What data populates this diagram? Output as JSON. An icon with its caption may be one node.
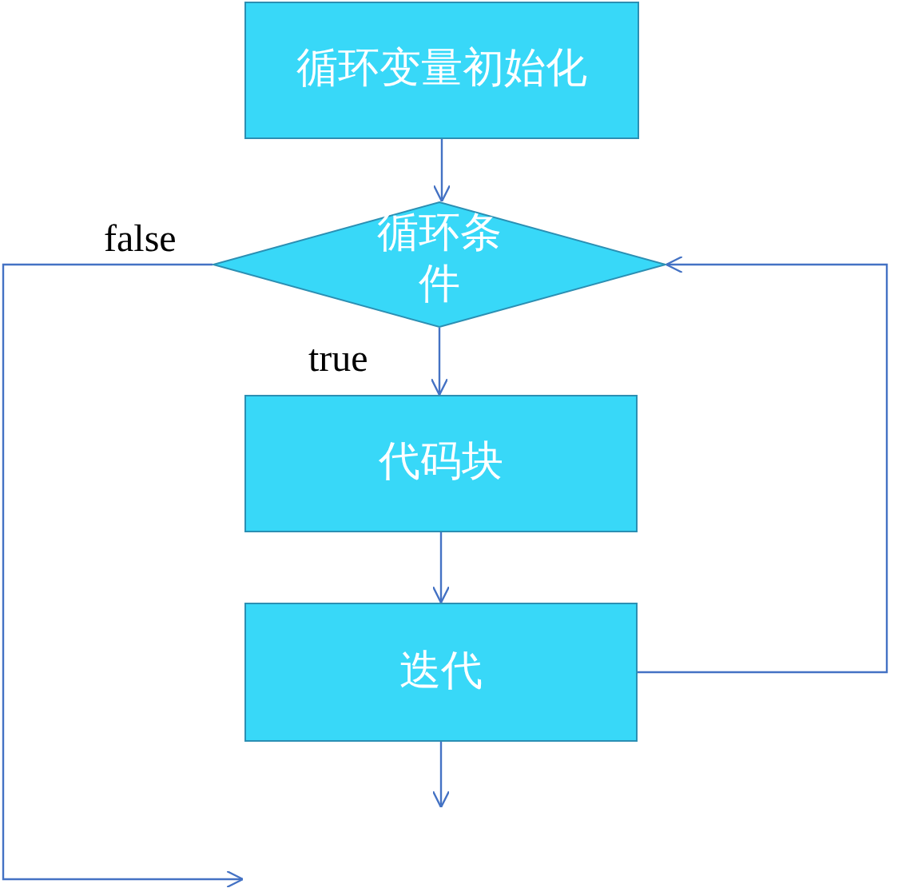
{
  "diagram": {
    "nodes": [
      {
        "text": [
          "循环变量初始化"
        ]
      },
      {
        "text": [
          "循环条件"
        ]
      },
      {
        "text": [
          "代码块"
        ]
      },
      {
        "text": [
          "迭代"
        ]
      }
    ],
    "edges": [
      {
        "from": 0,
        "to": 1,
        "arrow": "to"
      },
      {
        "from": 1,
        "to": 2,
        "arrow": "to",
        "label": "true"
      },
      {
        "from": 2,
        "to": 3,
        "arrow": "to"
      },
      {
        "from": 3,
        "to": 1,
        "arrow": "to"
      },
      {
        "from": 1,
        "to": null,
        "arrow": "to",
        "label": "false"
      },
      {
        "from": 3,
        "to": null,
        "arrow": "to"
      }
    ]
  }
}
